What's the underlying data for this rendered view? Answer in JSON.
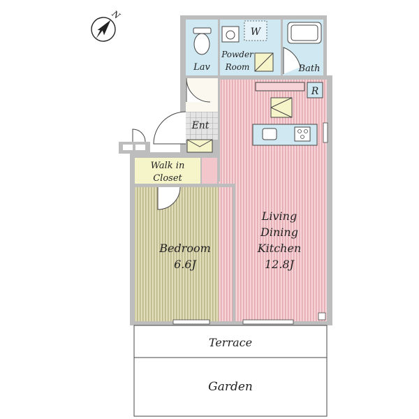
{
  "compass": {
    "letter": "N"
  },
  "rooms": {
    "lavatory": "Lav",
    "washer": "W",
    "powder_room": [
      "Powder",
      "Room"
    ],
    "bath": "Bath",
    "refrigerator": "R",
    "entrance": "Ent",
    "walk_in_closet": [
      "Walk in",
      "Closet"
    ],
    "bedroom": [
      "Bedroom",
      "6.6J"
    ],
    "ldk": [
      "Living",
      "Dining",
      "Kitchen",
      "12.8J"
    ],
    "terrace": "Terrace",
    "garden": "Garden"
  },
  "colors": {
    "wet_area": "#cfe8f1",
    "closet": "#f6f4c9",
    "bedroom": "#d6d1a8",
    "ldk": "#f3c6cb",
    "entrance_tile": "#d8d8d8",
    "wall": "#bdbdbd"
  }
}
